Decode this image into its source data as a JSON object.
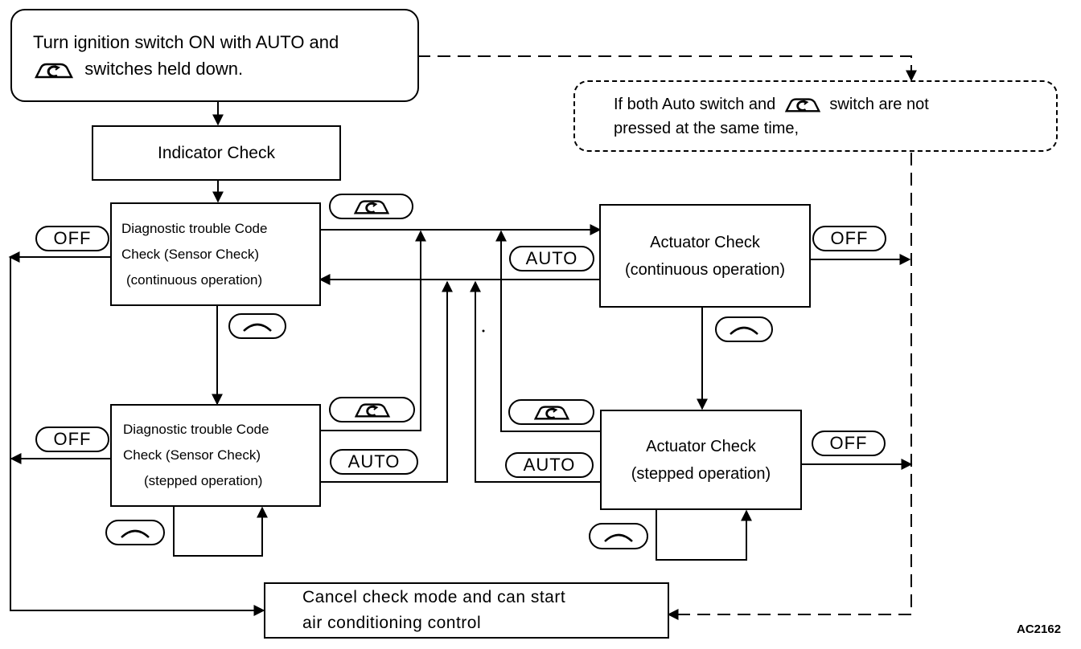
{
  "nodes": {
    "start": {
      "line1": "Turn ignition switch ON with AUTO and",
      "line2": "switches held down."
    },
    "note": {
      "line1a": "If both Auto switch and",
      "line1b": "switch are not",
      "line2": "pressed at the same time,"
    },
    "indicator": {
      "text": "Indicator Check"
    },
    "dtc_continuous": {
      "line1": "Diagnostic trouble Code",
      "line2": "Check (Sensor Check)",
      "line3": "(continuous operation)"
    },
    "dtc_stepped": {
      "line1": "Diagnostic trouble Code",
      "line2": "Check (Sensor Check)",
      "line3": "(stepped operation)"
    },
    "act_continuous": {
      "line1": "Actuator Check",
      "line2": "(continuous operation)"
    },
    "act_stepped": {
      "line1": "Actuator Check",
      "line2": "(stepped operation)"
    },
    "cancel": {
      "line1": "Cancel check mode and can start",
      "line2": "air conditioning control"
    }
  },
  "buttons": {
    "off": "OFF",
    "auto": "AUTO"
  },
  "icons": {
    "recirc": "recirculation-switch-icon",
    "up": "up-switch-icon"
  },
  "figure_id": "AC2162"
}
